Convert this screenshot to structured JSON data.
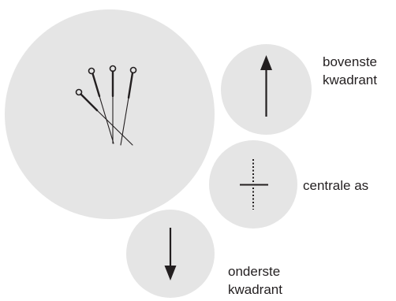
{
  "diagram": {
    "needles_icon": "acupuncture-needles-icon",
    "labels": {
      "top": [
        "bovenste",
        "kwadrant"
      ],
      "center": [
        "centrale as"
      ],
      "bottom": [
        "onderste",
        "kwadrant"
      ]
    },
    "colors": {
      "circle_fill": "#e5e5e5",
      "stroke": "#231f20",
      "text": "#231f20"
    }
  }
}
